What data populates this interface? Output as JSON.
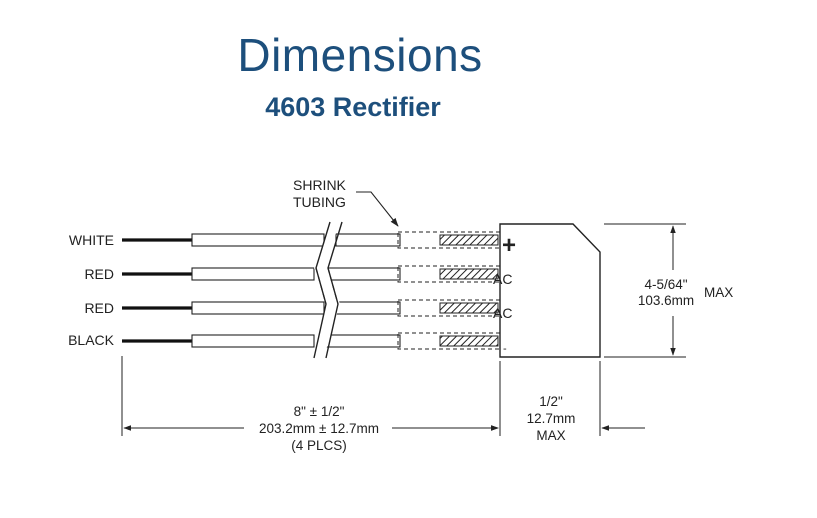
{
  "header": {
    "title": "Dimensions",
    "subtitle": "4603 Rectifier"
  },
  "callout": {
    "line1": "SHRINK",
    "line2": "TUBING"
  },
  "wires": [
    {
      "label": "WHITE",
      "terminal": "+"
    },
    {
      "label": "RED",
      "terminal": "AC"
    },
    {
      "label": "RED",
      "terminal": "AC"
    },
    {
      "label": "BLACK",
      "terminal": "-"
    }
  ],
  "dimensions": {
    "lead_length": {
      "line1": "8\" ± 1/2\"",
      "line2": "203.2mm ± 12.7mm",
      "line3": "(4 PLCS)"
    },
    "body_depth": {
      "line1": "1/2\"",
      "line2": "12.7mm",
      "line3": "MAX"
    },
    "body_height": {
      "line1": "4-5/64\"",
      "line2": "103.6mm",
      "suffix": "MAX"
    }
  },
  "colors": {
    "title": "#1d4f7c",
    "line": "#222222"
  }
}
